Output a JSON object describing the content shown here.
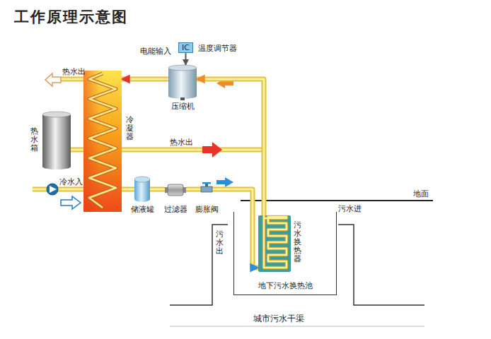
{
  "diagram": {
    "title": "工作原理示意图",
    "nodes": [
      {
        "text": [
          "IC",
          "温度调节器"
        ]
      },
      {
        "text": [
          "压缩机"
        ]
      },
      {
        "text": [
          "热水箱"
        ]
      },
      {
        "text": [
          "冷凝器"
        ]
      },
      {
        "text": [
          "储液罐"
        ]
      },
      {
        "text": [
          "过滤器"
        ]
      },
      {
        "text": [
          "膨胀阀"
        ]
      },
      {
        "text": [
          "城市污水干渠"
        ]
      },
      {
        "text": [
          "地下污水换热池"
        ],
        "in": 7
      },
      {
        "text": [
          "污水换热器"
        ],
        "in": 8
      }
    ],
    "edges": [
      {
        "from": 0,
        "to": 1,
        "arrow": "to"
      },
      {
        "from": 1,
        "to": 3,
        "arrow": "to"
      },
      {
        "from": 9,
        "to": 1,
        "arrow": "to"
      },
      {
        "from": 3,
        "to": 2,
        "arrow": "none"
      },
      {
        "from": 3,
        "to": 4,
        "arrow": "none"
      },
      {
        "from": 4,
        "to": 5,
        "arrow": "none"
      },
      {
        "from": 5,
        "to": 6,
        "arrow": "none"
      },
      {
        "from": 6,
        "to": 9,
        "arrow": "to"
      }
    ],
    "labels": [
      "电能输入",
      "热水出",
      "热水出",
      "冷水入",
      "地面",
      "污水进",
      "污水出"
    ]
  }
}
